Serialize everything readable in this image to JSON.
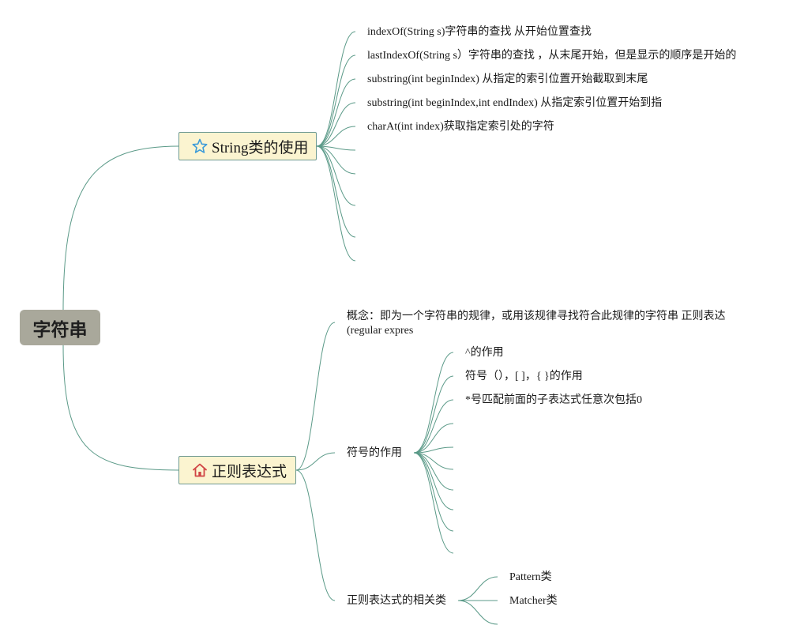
{
  "root": {
    "label": "字符串"
  },
  "branches": {
    "string_usage": {
      "label": "String类的使用",
      "icon": "star-icon",
      "items": [
        "indexOf(String s)字符串的查找 从开始位置查找",
        "lastIndexOf(String s）字符串的查找 ，从末尾开始，但是显示的顺序是开始的",
        "substring(int beginIndex) 从指定的索引位置开始截取到末尾",
        "substring(int beginIndex,int endIndex) 从指定索引位置开始到指",
        "charAt(int index)获取指定索引处的字符"
      ]
    },
    "regex": {
      "label": "正则表达式",
      "icon": "home-icon",
      "concept": "概念：即为一个字符串的规律，或用该规律寻找符合此规律的字符串 正则表达 (regular expres",
      "symbols": {
        "label": "符号的作用",
        "items": [
          "^的作用",
          "符号（），[ ]，{ }的作用",
          "*号匹配前面的子表达式任意次包括0"
        ]
      },
      "classes": {
        "label": "正则表达式的相关类",
        "items": [
          "Pattern类",
          "Matcher类"
        ]
      }
    }
  },
  "colors": {
    "edge": "#5b9a88",
    "root_fill": "#a9a89b",
    "branch_fill": "#fbf4d0",
    "star_icon": "#3a9ad9",
    "home_icon": "#d04545"
  }
}
